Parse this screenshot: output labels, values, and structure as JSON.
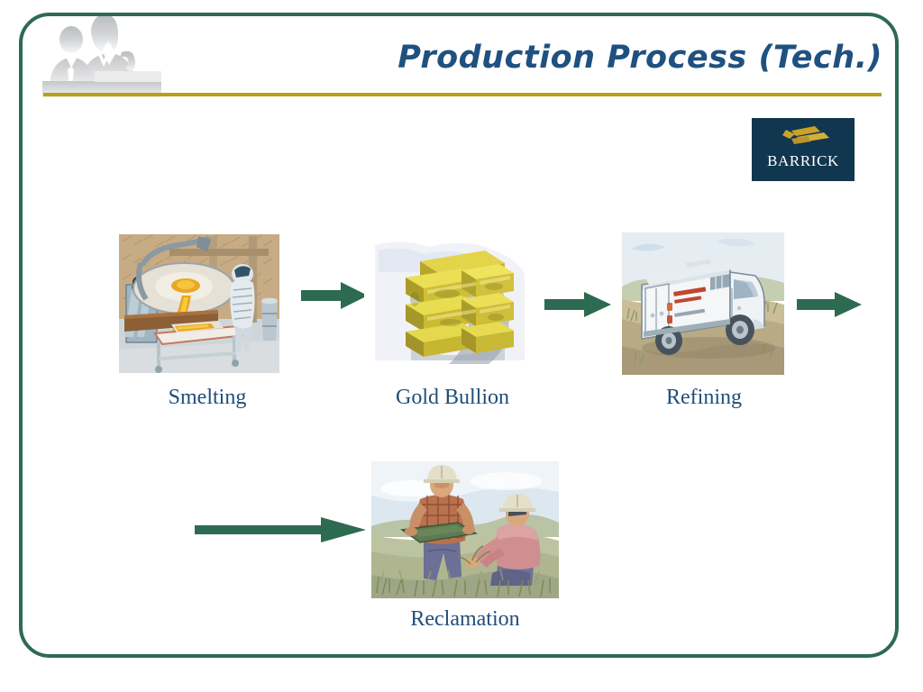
{
  "slide": {
    "title": "Production Process (Tech.)",
    "border_color": "#2d6a52",
    "background_color": "#ffffff",
    "title_color": "#1f5180",
    "rule_color": "#b5a214",
    "arrow_color": "#2d6a52",
    "label_color": "#1f4e79"
  },
  "header": {
    "decoration_icon": "business-people-silhouette-icon",
    "logo": {
      "name": "barrick-logo",
      "wordmark": "BARRICK",
      "symbol_icon": "gold-bars-icon",
      "background_color": "#11364f",
      "symbol_color": "#c9a227",
      "text_color": "#ffffff"
    }
  },
  "process": {
    "stages": [
      {
        "id": "smelting",
        "label": "Smelting",
        "image_icon": "smelting-furnace-illustration",
        "image_description": "Worker in protective suit beside a tilting furnace pouring molten gold into a mold on a steel table"
      },
      {
        "id": "gold-bullion",
        "label": "Gold Bullion",
        "image_icon": "gold-bullion-bars-illustration",
        "image_description": "Stack of yellow gold bullion bars"
      },
      {
        "id": "refining",
        "label": "Refining",
        "image_icon": "armored-truck-illustration",
        "image_description": "White armored security truck driving on a dirt road"
      },
      {
        "id": "reclamation",
        "label": "Reclamation",
        "image_icon": "reclamation-workers-illustration",
        "image_description": "Two workers in hard hats inspecting replanted vegetation in a grassy field"
      }
    ],
    "arrows": [
      {
        "id": "arrow-smelting-to-bullion",
        "icon": "right-arrow-icon"
      },
      {
        "id": "arrow-bullion-to-refining",
        "icon": "right-arrow-icon"
      },
      {
        "id": "arrow-refining-to-next",
        "icon": "right-arrow-icon"
      },
      {
        "id": "arrow-to-reclamation",
        "icon": "right-arrow-icon"
      }
    ]
  }
}
